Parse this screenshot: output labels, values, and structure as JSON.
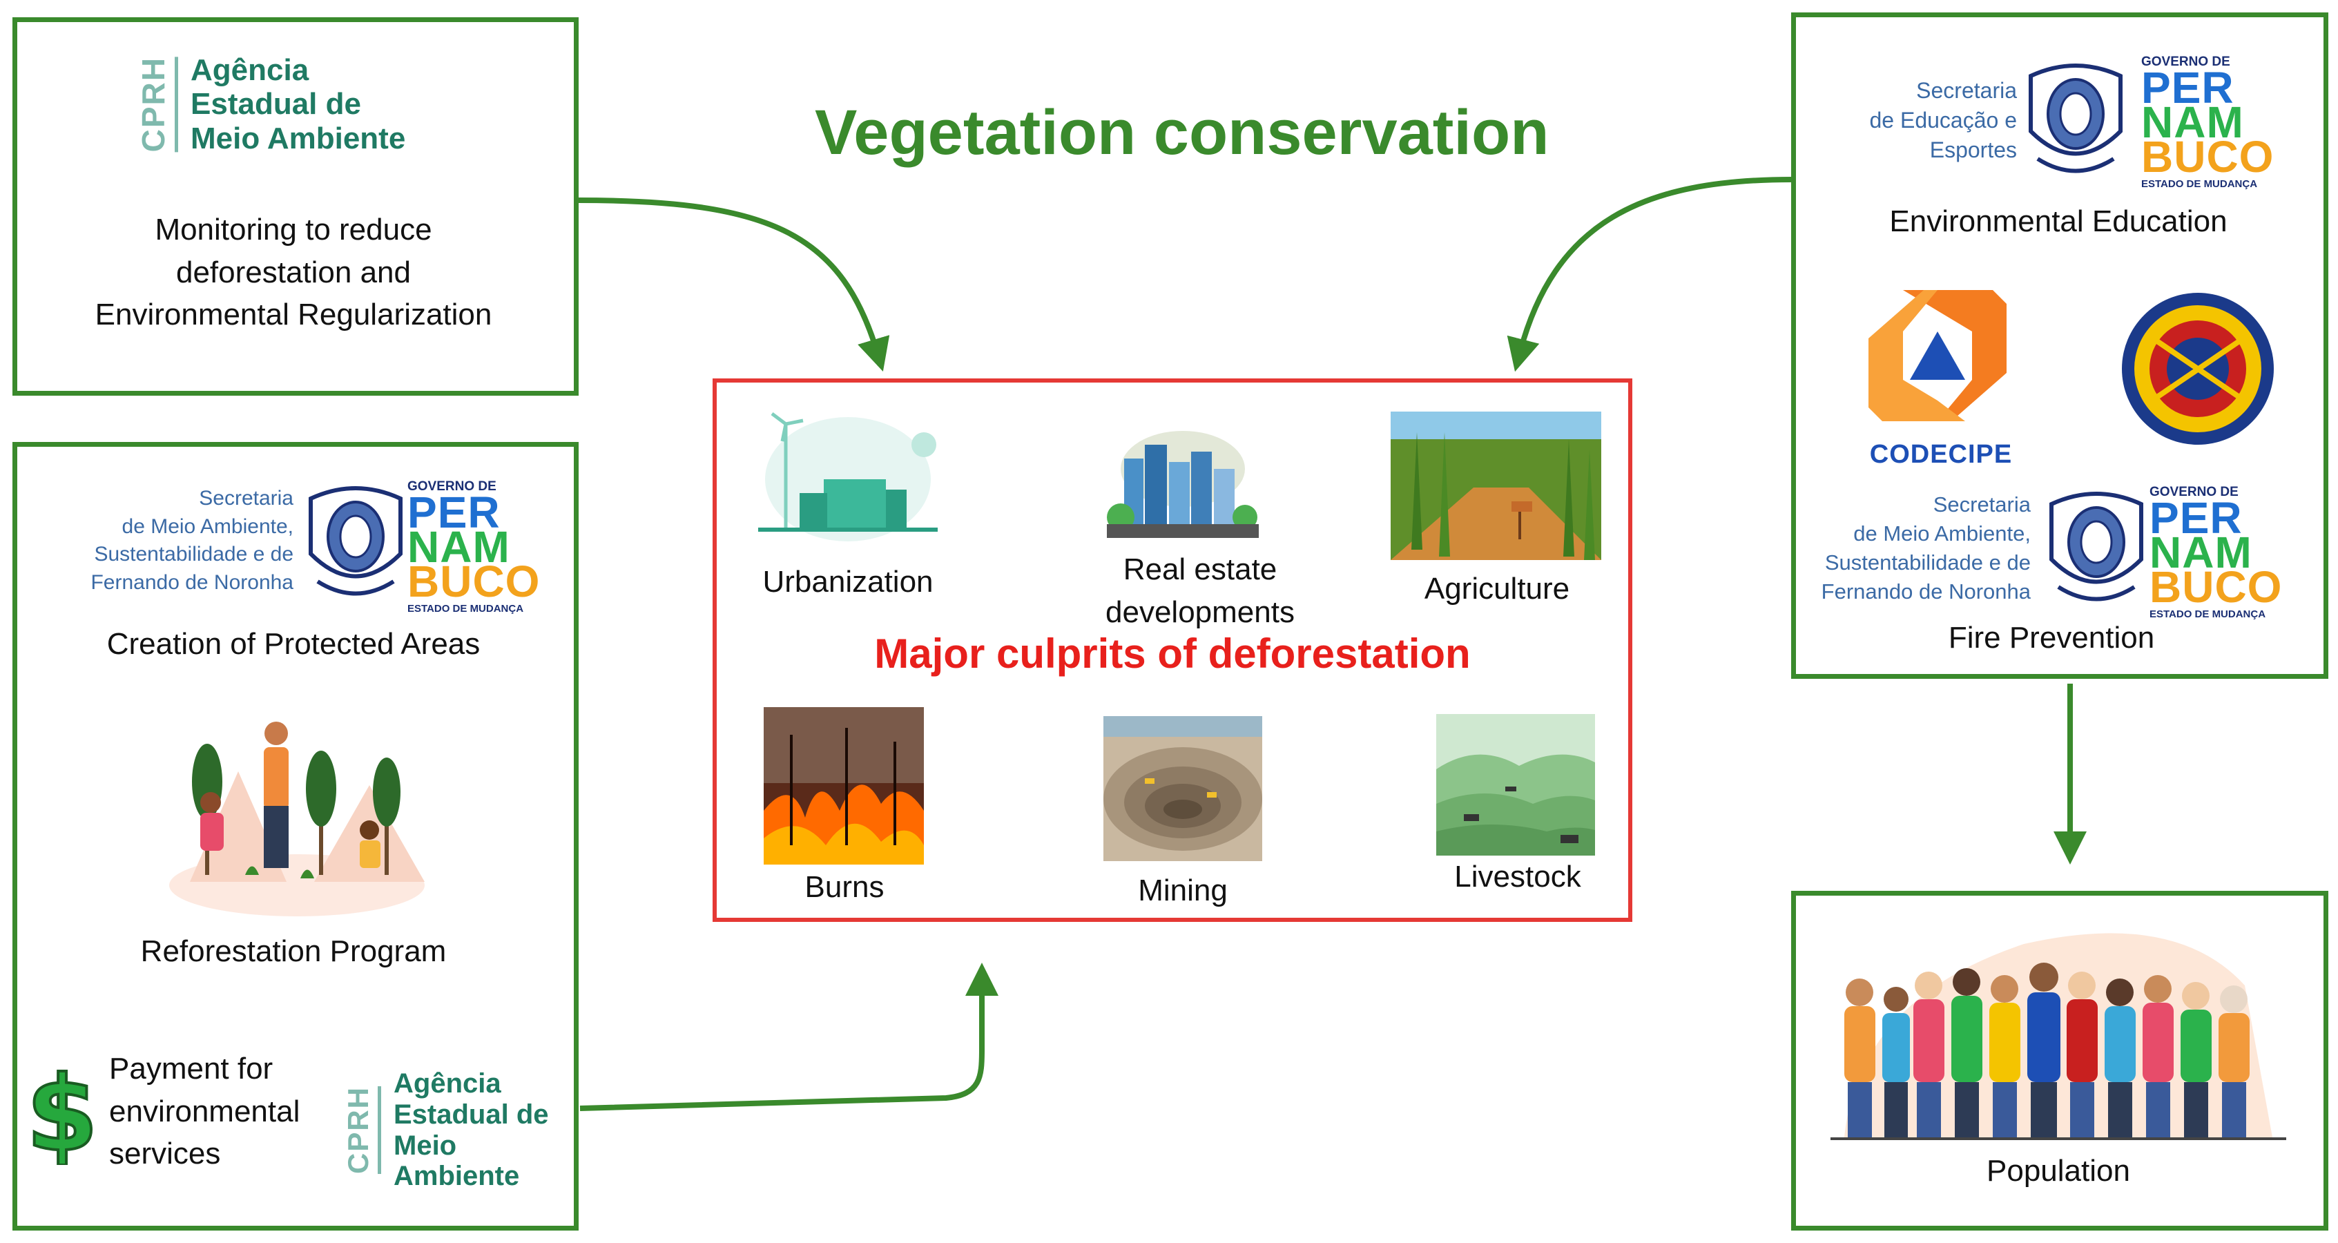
{
  "title": "Vegetation conservation",
  "culprits": {
    "title": "Major culprits of deforestation",
    "items": [
      "Urbanization",
      "Real estate developments",
      "Agriculture",
      "Burns",
      "Mining",
      "Livestock"
    ]
  },
  "left_top": {
    "agency_abbr": "CPRH",
    "agency_lines": [
      "Agência",
      "Estadual de",
      "Meio Ambiente"
    ],
    "text_lines": [
      "Monitoring to reduce",
      "deforestation and",
      "Environmental Regularization"
    ]
  },
  "left_bottom": {
    "secretariat_lines": [
      "Secretaria",
      "de Meio Ambiente,",
      "Sustentabilidade e de",
      "Fernando de Noronha"
    ],
    "governo": "GOVERNO DE",
    "pe_lines": [
      "PER",
      "NAM",
      "BUCO"
    ],
    "estado": "ESTADO DE MUDANÇA",
    "protected_areas": "Creation of Protected Areas",
    "reforestation": "Reforestation Program",
    "payment_lines": [
      "Payment  for",
      "environmental",
      "services"
    ],
    "agency_abbr": "CPRH",
    "agency_lines": [
      "Agência",
      "Estadual de",
      "Meio Ambiente"
    ],
    "dollar_icon": "$"
  },
  "right_top": {
    "education_secretariat_lines": [
      "Secretaria",
      "de Educação e",
      "Esportes"
    ],
    "governo": "GOVERNO DE",
    "pe_lines": [
      "PER",
      "NAM",
      "BUCO"
    ],
    "estado": "ESTADO DE MUDANÇA",
    "environmental_education": "Environmental  Education",
    "codecipe": "CODECIPE",
    "env_secretariat_lines": [
      "Secretaria",
      "de Meio Ambiente,",
      "Sustentabilidade e de",
      "Fernando de Noronha"
    ],
    "fire_prevention": "Fire Prevention"
  },
  "population": "Population",
  "colors": {
    "green": "#3a8a2c",
    "red": "#e53935",
    "red_title": "#e8201c"
  }
}
